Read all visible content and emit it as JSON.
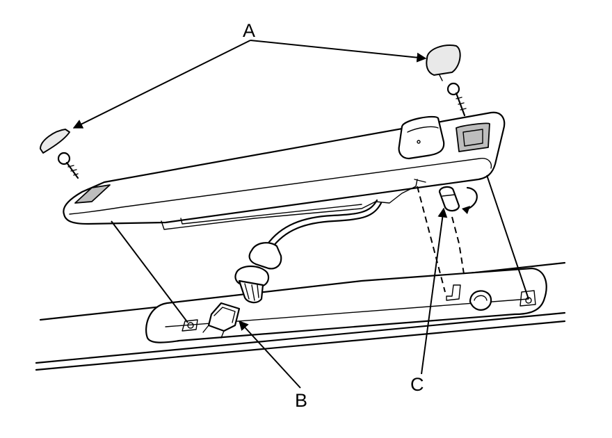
{
  "callouts": {
    "a": "A",
    "b": "B",
    "c": "C"
  },
  "parts": {
    "a": "cap-icon",
    "b": "connector-icon",
    "c": "grommet-icon"
  }
}
